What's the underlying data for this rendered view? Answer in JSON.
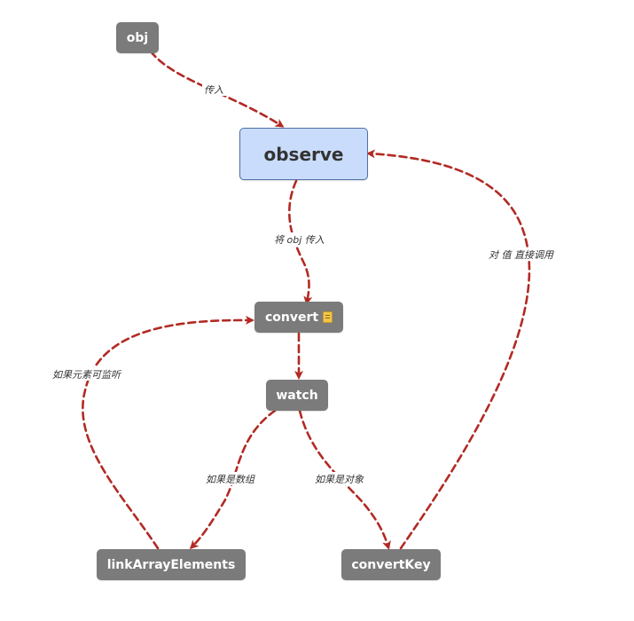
{
  "diagram": {
    "nodes": {
      "obj": {
        "label": "obj"
      },
      "observe": {
        "label": "observe"
      },
      "convert": {
        "label": "convert",
        "icon": "note-icon"
      },
      "watch": {
        "label": "watch"
      },
      "link_array_elements": {
        "label": "linkArrayElements"
      },
      "convert_key": {
        "label": "convertKey"
      }
    },
    "edges": {
      "obj_to_observe": {
        "from": "obj",
        "to": "observe",
        "label": "传入"
      },
      "observe_to_convert": {
        "from": "observe",
        "to": "convert",
        "label": "将 obj 传入"
      },
      "convert_to_watch": {
        "from": "convert",
        "to": "watch",
        "label": ""
      },
      "watch_to_link_array_elements": {
        "from": "watch",
        "to": "link_array_elements",
        "label": "如果是数组"
      },
      "watch_to_convert_key": {
        "from": "watch",
        "to": "convert_key",
        "label": "如果是对象"
      },
      "link_array_elements_to_convert": {
        "from": "link_array_elements",
        "to": "convert",
        "label": "如果元素可监听"
      },
      "convert_key_to_observe": {
        "from": "convert_key",
        "to": "observe",
        "label": "对 值 直接调用"
      }
    },
    "colors": {
      "edge": "#b22a24",
      "node_fill": "#7b7b7b",
      "root_fill": "#c9dcfb",
      "root_border": "#4f6fa8"
    }
  }
}
